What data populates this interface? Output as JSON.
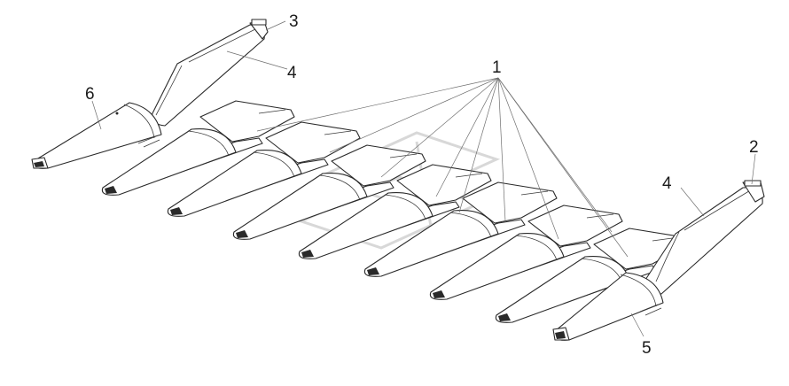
{
  "callouts": {
    "c1": "1",
    "c2": "2",
    "c3": "3",
    "c4a": "4",
    "c4b": "4",
    "c5": "5",
    "c6": "6"
  },
  "colors": {
    "line": "#2a2a2a",
    "leader": "#6f6f6f",
    "watermark": "#d8d8d8"
  }
}
